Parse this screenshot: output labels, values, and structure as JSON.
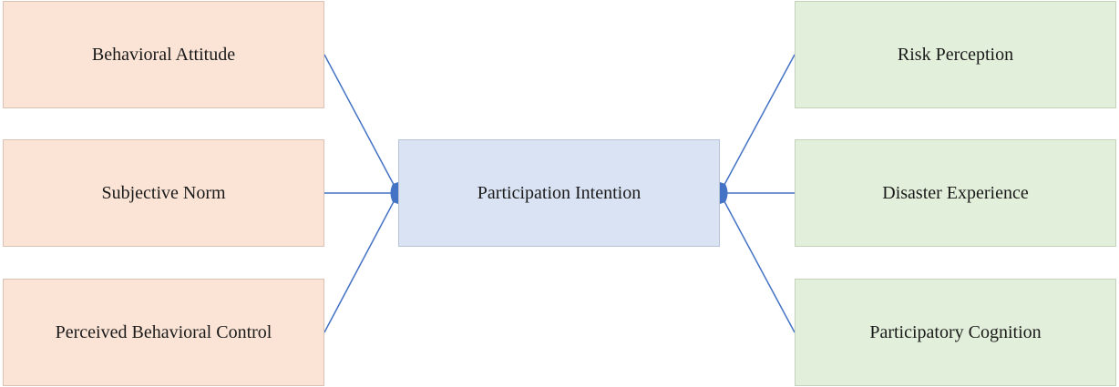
{
  "diagram": {
    "center": {
      "label": "Participation Intention"
    },
    "left_nodes": [
      {
        "label": "Behavioral Attitude"
      },
      {
        "label": "Subjective Norm"
      },
      {
        "label": "Perceived Behavioral Control"
      }
    ],
    "right_nodes": [
      {
        "label": "Risk Perception"
      },
      {
        "label": "Disaster Experience"
      },
      {
        "label": "Participatory Cognition"
      }
    ],
    "colors": {
      "left_fill": "#fbe4d6",
      "right_fill": "#e2efda",
      "center_fill": "#dae3f3",
      "connector": "#4472c4"
    }
  }
}
